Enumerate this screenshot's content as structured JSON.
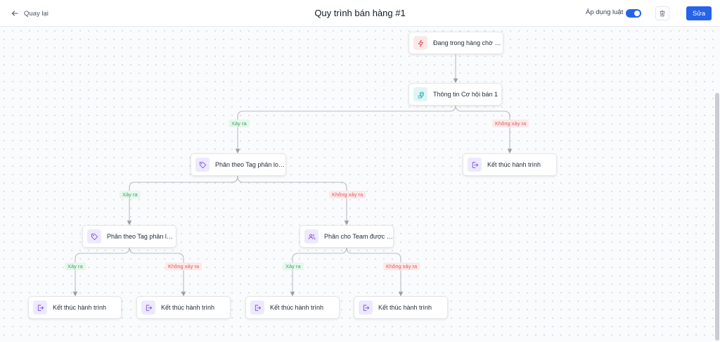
{
  "header": {
    "back_label": "Quay lại",
    "title": "Quy trình bán hàng #1",
    "apply_rule_label": "Áp dụng luật",
    "apply_rule_enabled": true,
    "edit_label": "Sửa"
  },
  "workflow": {
    "nodes": {
      "trigger": {
        "label": "Đang trong hàng chờ p...",
        "icon": "lightning-icon"
      },
      "opportunity": {
        "label": "Thông tin Cơ hội bán 1",
        "icon": "coins-icon"
      },
      "tag_split_1": {
        "label": "Phân theo Tag phân loạ...",
        "icon": "tag-icon"
      },
      "end_1": {
        "label": "Kết thúc hành trình",
        "icon": "exit-icon"
      },
      "tag_split_2": {
        "label": "Phân theo Tag phân loạ...",
        "icon": "tag-icon"
      },
      "team_assign": {
        "label": "Phân cho Team được ch...",
        "icon": "team-icon"
      },
      "end_2": {
        "label": "Kết thúc hành trình",
        "icon": "exit-icon"
      },
      "end_3": {
        "label": "Kết thúc hành trình",
        "icon": "exit-icon"
      },
      "end_4": {
        "label": "Kết thúc hành trình",
        "icon": "exit-icon"
      },
      "end_5": {
        "label": "Kết thúc hành trình",
        "icon": "exit-icon"
      }
    },
    "branch_labels": {
      "yes": "Xảy ra",
      "no": "Không xảy ra"
    }
  },
  "colors": {
    "accent": "#2563eb",
    "branch_yes": "#34a862",
    "branch_no": "#e0595b",
    "edge": "#b8bcc4"
  }
}
